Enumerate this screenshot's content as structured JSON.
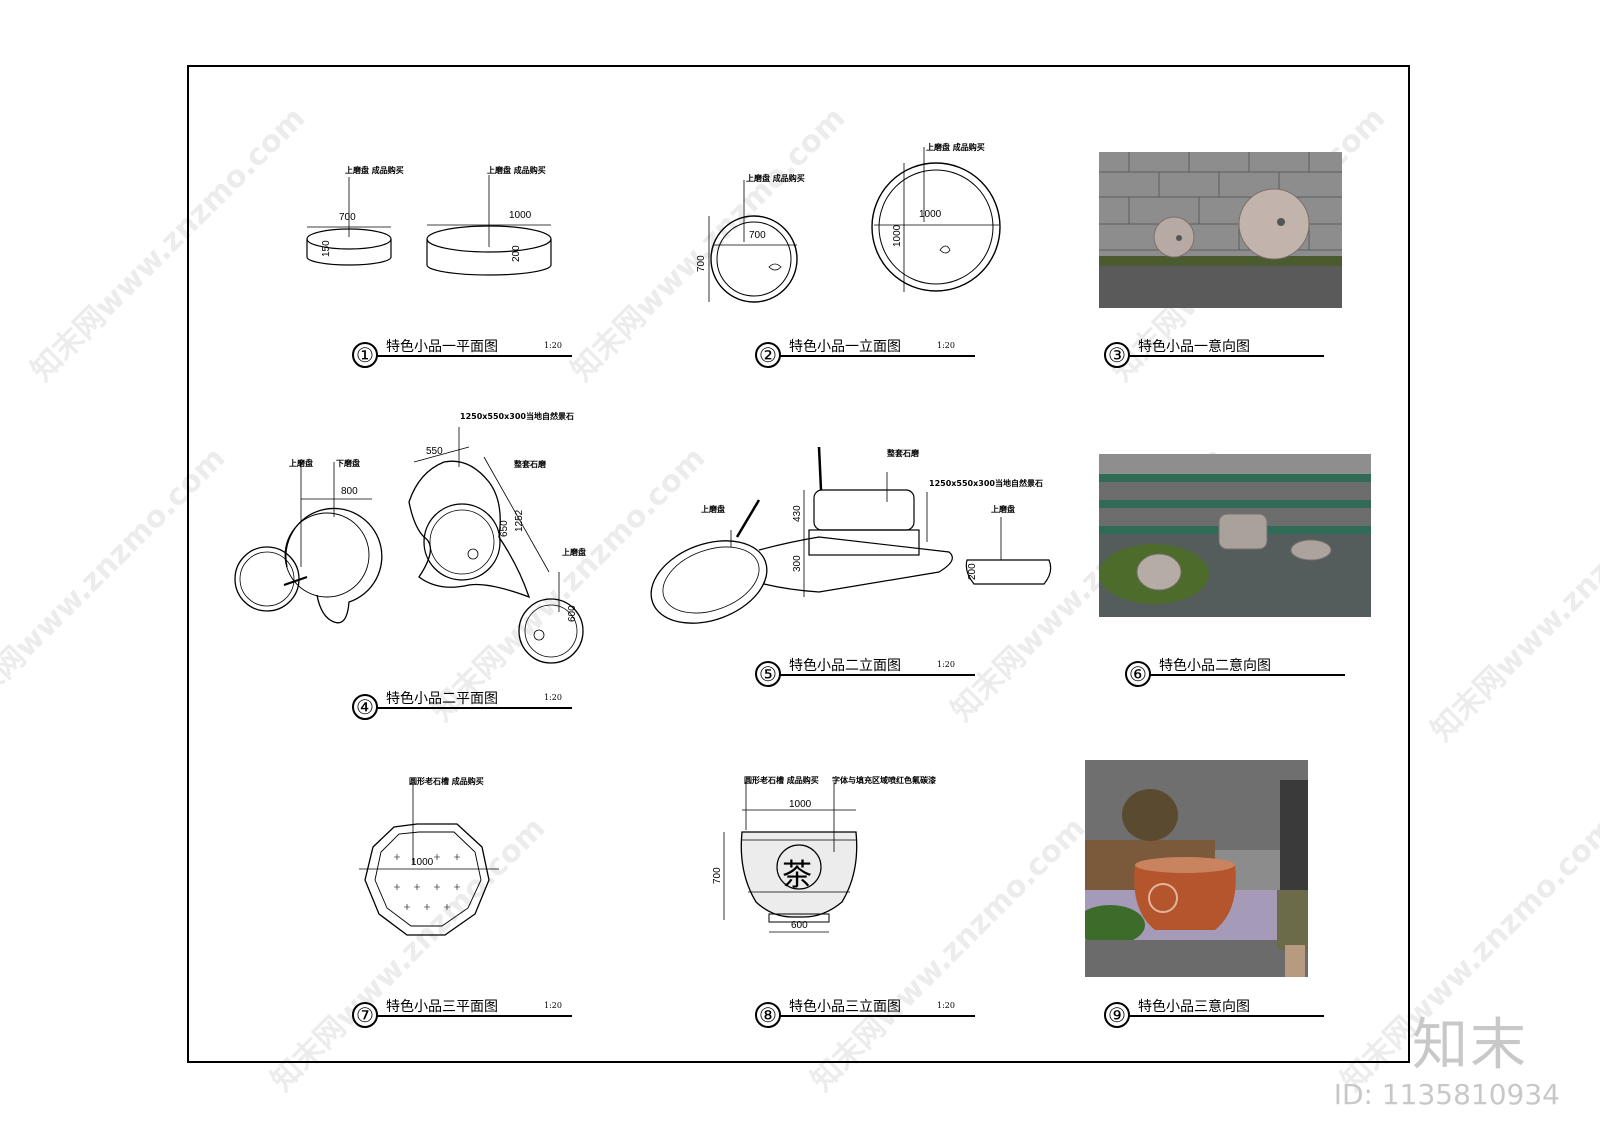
{
  "panels": [
    {
      "num": "①",
      "title": "特色小品一平面图",
      "scale": "1:20"
    },
    {
      "num": "②",
      "title": "特色小品一立面图",
      "scale": "1:20"
    },
    {
      "num": "③",
      "title": "特色小品一意向图",
      "scale": ""
    },
    {
      "num": "④",
      "title": "特色小品二平面图",
      "scale": "1:20"
    },
    {
      "num": "⑤",
      "title": "特色小品二立面图",
      "scale": "1:20"
    },
    {
      "num": "⑥",
      "title": "特色小品二意向图",
      "scale": ""
    },
    {
      "num": "⑦",
      "title": "特色小品三平面图",
      "scale": "1:20"
    },
    {
      "num": "⑧",
      "title": "特色小品三立面图",
      "scale": "1:20"
    },
    {
      "num": "⑨",
      "title": "特色小品三意向图",
      "scale": ""
    }
  ],
  "annotations": {
    "p1_note_a": "上磨盘 成品购买",
    "p1_note_b": "上磨盘 成品购买",
    "p1_dim_700": "700",
    "p1_dim_150": "150",
    "p1_dim_1000": "1000",
    "p1_dim_200": "200",
    "p2_note_a": "上磨盘 成品购买",
    "p2_note_b": "上磨盘 成品购买",
    "p2_dim_700a": "700",
    "p2_dim_700b": "700",
    "p2_dim_1000a": "1000",
    "p2_dim_1000b": "1000",
    "p4_note_stone": "1250x550x300当地自然景石",
    "p4_note_upper": "上磨盘",
    "p4_note_lower": "下磨盘",
    "p4_note_whole": "整套石磨",
    "p4_note_upper2": "上磨盘",
    "p4_dim_550": "550",
    "p4_dim_800": "800",
    "p4_dim_1252": "1252",
    "p4_dim_650": "650",
    "p4_dim_600": "600",
    "p5_note_whole": "整套石磨",
    "p5_note_stone": "1250x550x300当地自然景石",
    "p5_note_upper": "上磨盘",
    "p5_note_upper2": "上磨盘",
    "p5_dim_430": "430",
    "p5_dim_300": "300",
    "p5_dim_200": "200",
    "p7_note": "圆形老石槽 成品购买",
    "p7_dim_1000": "1000",
    "p8_note_a": "圆形老石槽 成品购买",
    "p8_note_b": "字体与填充区域喷红色氟碳漆",
    "p8_dim_1000": "1000",
    "p8_dim_700": "700",
    "p8_dim_600": "600",
    "p8_glyph": "茶"
  },
  "watermark_text": "知末网www.znzmo.com",
  "brand": "知末",
  "id_label": "ID: 1135810934"
}
